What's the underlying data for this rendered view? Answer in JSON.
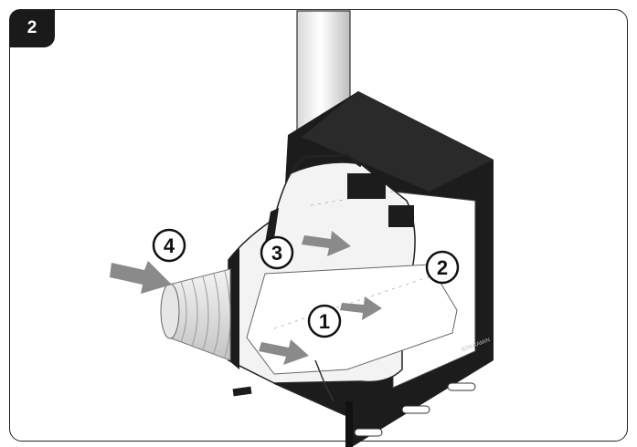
{
  "step_number": "2",
  "callouts": [
    {
      "label": "1"
    },
    {
      "label": "2"
    },
    {
      "label": "3"
    },
    {
      "label": "4"
    }
  ],
  "brand_mark": "EDILKAMIN",
  "colors": {
    "frame": "#222222",
    "badge": "#1a1a1a",
    "arrow": "#8a8a8a",
    "body_dark": "#1c1c1c",
    "panel_light": "#f3f3f3"
  }
}
